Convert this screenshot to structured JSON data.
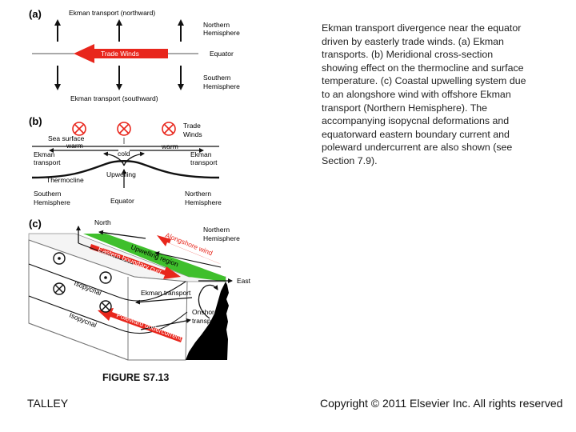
{
  "caption": "Ekman transport divergence near the equator driven by easterly trade winds. (a) Ekman transports. (b) Meridional cross-section showing effect on the thermocline and surface temperature. (c) Coastal upwelling system due to an alongshore wind with offshore Ekman transport (Northern Hemisphere). The accompanying isopycnal deformations and equatorward eastern boundary current and poleward undercurrent are also shown (see Section 7.9).",
  "figure_label": "FIGURE S7.13",
  "footer": {
    "author": "TALLEY",
    "copyright": "Copyright © 2011 Elsevier Inc. All rights reserved"
  },
  "panel_a": {
    "tag": "(a)",
    "north_label": "Ekman transport (northward)",
    "south_label": "Ekman transport (southward)",
    "wind_label": "Trade Winds",
    "equator_label": "Equator",
    "nh_line1": "Northern",
    "nh_line2": "Hemisphere",
    "sh_line1": "Southern",
    "sh_line2": "Hemisphere"
  },
  "panel_b": {
    "tag": "(b)",
    "sea_surface_line1": "Sea surface",
    "sea_surface_line2": "warm",
    "ekman_left_line1": "Ekman",
    "ekman_left_line2": "transport",
    "cold_label": "cold",
    "warm_right": "warm",
    "trade_line1": "Trade",
    "trade_line2": "Winds",
    "ekman_right_line1": "Ekman",
    "ekman_right_line2": "transport",
    "thermocline_label": "Thermocline",
    "upwelling_label": "Upwelling",
    "sh_line1": "Southern",
    "sh_line2": "Hemisphere",
    "equator_label": "Equator",
    "nh_line1": "Northern",
    "nh_line2": "Hemisphere"
  },
  "panel_c": {
    "tag": "(c)",
    "north_label": "North",
    "nh_line1": "Northern",
    "nh_line2": "Hemisphere",
    "alongshore_wind": "Alongshore wind",
    "upwelling_region": "Upwelling region",
    "eastern_boundary_current": "Eastern boundary curr.",
    "east_label": "East",
    "ekman_transport": "Ekman transport",
    "isopycnal_1": "Isopycnal",
    "isopycnal_2": "Isopycnal",
    "onshore_line1": "Onshore",
    "onshore_line2": "transport",
    "poleward_undercurrent": "Poleward undercurrent"
  },
  "colors": {
    "wind_arrow": "#e8261c",
    "green": "#3fbf2c",
    "land": "#000000"
  }
}
